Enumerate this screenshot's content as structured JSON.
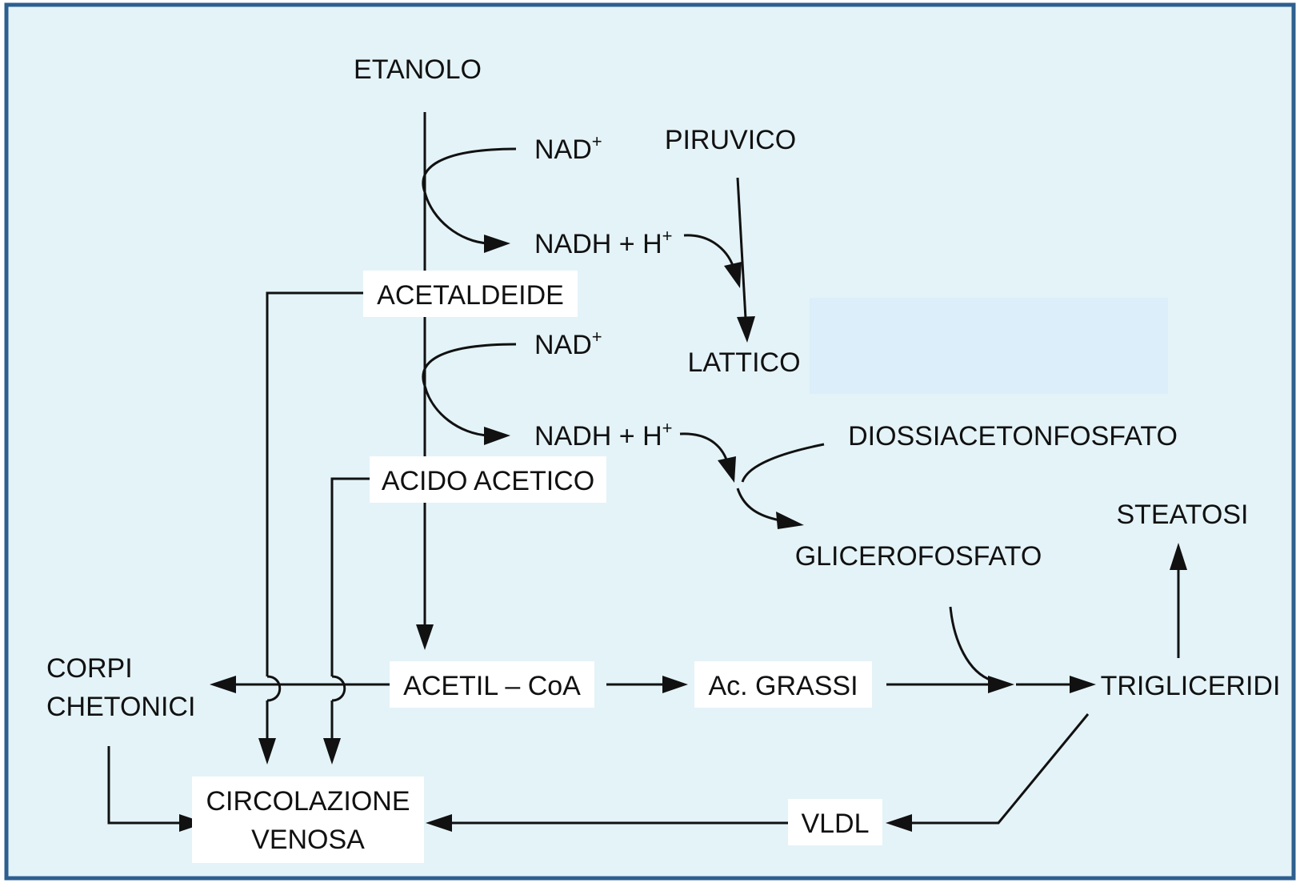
{
  "diagram": {
    "nodes": {
      "etanolo": "ETANOLO",
      "nad_1": "NAD",
      "nad_1_sup": "+",
      "nadh_1": "NADH + H",
      "nadh_1_sup": "+",
      "piruvico": "PIRUVICO",
      "acetaldeide": "ACETALDEIDE",
      "nad_2": "NAD",
      "nad_2_sup": "+",
      "lattico": "LATTICO",
      "nadh_2": "NADH + H",
      "nadh_2_sup": "+",
      "diossiacetonfosfato": "DIOSSIACETONFOSFATO",
      "acido_acetico": "ACIDO ACETICO",
      "steatosi": "STEATOSI",
      "glicerofosfato": "GLICEROFOSFATO",
      "corpi_chetonici_1": "CORPI",
      "corpi_chetonici_2": "CHETONICI",
      "acetil_coa": "ACETIL – CoA",
      "ac_grassi": "Ac. GRASSI",
      "trigliceridi": "TRIGLICERIDI",
      "circolazione_1": "CIRCOLAZIONE",
      "circolazione_2": "VENOSA",
      "vldl": "VLDL"
    },
    "colors": {
      "background": "#e4f3f8",
      "border": "#2d5f8f",
      "box": "#ffffff",
      "line": "#111111",
      "patch": "#dbeefa"
    }
  }
}
